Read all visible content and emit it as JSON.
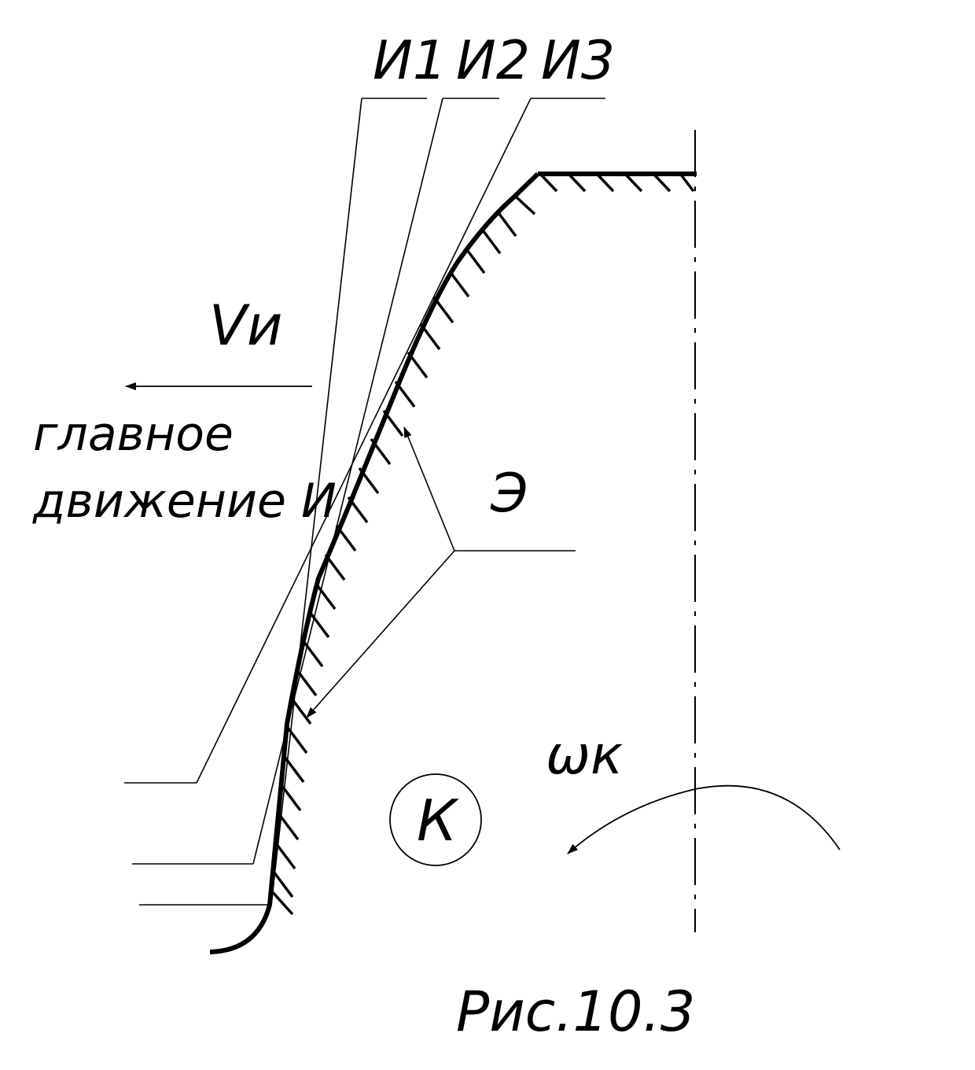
{
  "labels": {
    "tool_1": "И1",
    "tool_2": "И2",
    "tool_3": "И3",
    "velocity": "Vи",
    "main_motion_line1": "главное",
    "main_motion_line2": "движение И",
    "element": "Э",
    "omega": "ωк",
    "part": "К",
    "caption": "Рис.10.3"
  }
}
